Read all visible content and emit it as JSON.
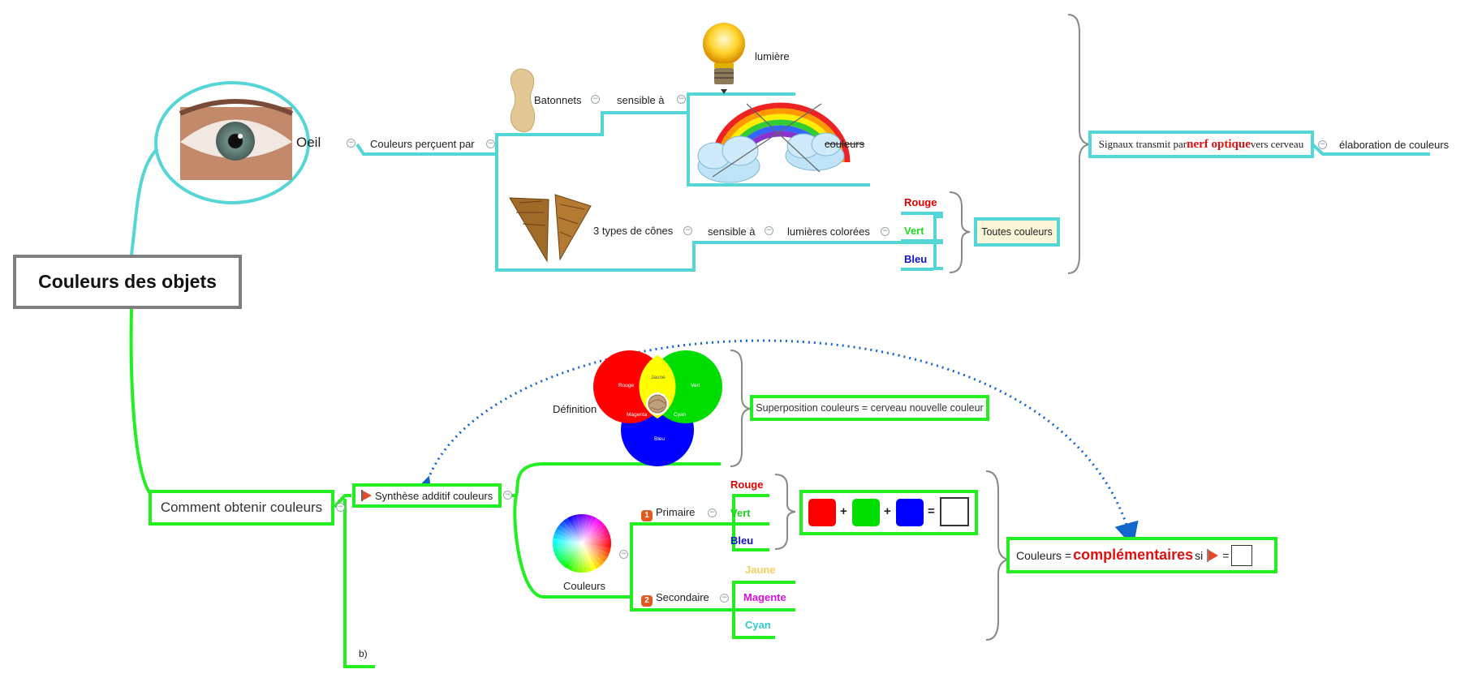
{
  "root": {
    "label": "Couleurs des objets"
  },
  "top": {
    "oeil": "Oeil",
    "couleurs_percuent_par": "Couleurs perçuent par",
    "batonnets": "Batonnets",
    "sensible_a_1": "sensible à",
    "lumiere": "lumière",
    "couleurs_barre": "couleurs",
    "cones": "3 types de cônes",
    "sensible_a_2": "sensible à",
    "lumieres_colorees": "lumières colorées",
    "rouge": "Rouge",
    "vert": "Vert",
    "bleu": "Bleu",
    "toutes_couleurs": "Toutes couleurs",
    "signaux_pre": "Signaux transmit par ",
    "signaux_bold": "nerf optique",
    "signaux_post": " vers cerveau",
    "elaboration": "élaboration de couleurs"
  },
  "bottom": {
    "comment_obtenir": "Comment obtenir couleurs",
    "synthese": "Synthèse additif couleurs",
    "definition": "Définition",
    "venn": {
      "rouge": "Rouge",
      "vert": "Vert",
      "jaune": "Jaune",
      "magenta": "Magenta",
      "cyan": "Cyan",
      "bleu": "Bleu"
    },
    "superposition": "Superposition couleurs = cerveau nouvelle couleur",
    "couleurs_wheel": "Couleurs",
    "primaire_num": "1",
    "primaire": "Primaire",
    "secondaire_num": "2",
    "secondaire": "Secondaire",
    "p_rouge": "Rouge",
    "p_vert": "Vert",
    "p_bleu": "Bleu",
    "s_jaune": "Jaune",
    "s_magente": "Magente",
    "s_cyan": "Cyan",
    "plus1": "+",
    "plus2": "+",
    "equals1": "=",
    "compl_pre": "Couleurs = ",
    "compl_bold": "complémentaires",
    "compl_si": " si ",
    "equals2": "=",
    "b": "b)"
  },
  "colors": {
    "cyan_branch": "#55d6d6",
    "green_branch": "#22ee22",
    "rouge": "#e00000",
    "vert": "#22dd22",
    "bleu": "#1111cc",
    "jaune": "#f5d060",
    "magenta": "#dd11dd",
    "cyan": "#33cccc",
    "accent_red": "#dd1111"
  }
}
